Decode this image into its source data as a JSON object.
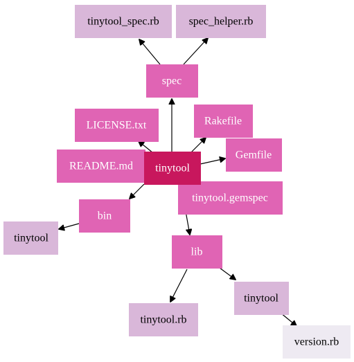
{
  "colors": {
    "root": "#c8175d",
    "directory": "#e064b4",
    "file": "#d9b7d9",
    "leaf": "#eeeaf2",
    "light_text": "#ffffff",
    "dark_text": "#000000",
    "edge": "#000000"
  },
  "nodes": {
    "root": "tinytool",
    "spec": "spec",
    "tinytool_spec": "tinytool_spec.rb",
    "spec_helper": "spec_helper.rb",
    "license": "LICENSE.txt",
    "rakefile": "Rakefile",
    "readme": "README.md",
    "gemfile": "Gemfile",
    "gemspec": "tinytool.gemspec",
    "bin": "bin",
    "bin_tinytool": "tinytool",
    "lib": "lib",
    "lib_tinytool": "tinytool",
    "lib_tinytool_rb": "tinytool.rb",
    "version": "version.rb"
  }
}
